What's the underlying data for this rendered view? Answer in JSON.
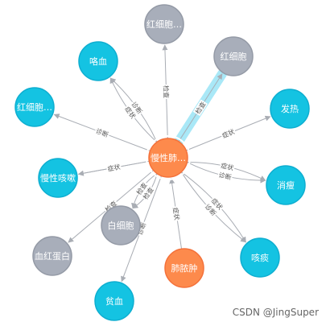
{
  "graph": {
    "colors": {
      "center": "#fd8a4c",
      "center_stroke": "#f4713a",
      "disease": "#14c3e2",
      "disease_stroke": "#0eaed0",
      "symptom_gray": "#a8aeba",
      "symptom_gray_stroke": "#949aa6",
      "orange": "#fd8a4c",
      "edge": "#a9adb4",
      "highlight": "#a9e8f7"
    },
    "nodes": [
      {
        "id": "center",
        "label": "慢性肺…",
        "kind": "center"
      },
      {
        "id": "n1",
        "label": "红细胞…",
        "kind": "gray"
      },
      {
        "id": "n2",
        "label": "红细胞",
        "kind": "gray"
      },
      {
        "id": "n3",
        "label": "咯血",
        "kind": "cyan"
      },
      {
        "id": "n4",
        "label": "红细胞…",
        "kind": "cyan"
      },
      {
        "id": "n5",
        "label": "发热",
        "kind": "cyan"
      },
      {
        "id": "n6",
        "label": "慢性咳嗽",
        "kind": "cyan"
      },
      {
        "id": "n7",
        "label": "消瘦",
        "kind": "cyan"
      },
      {
        "id": "n8",
        "label": "白细胞",
        "kind": "gray"
      },
      {
        "id": "n9",
        "label": "血红蛋白",
        "kind": "gray"
      },
      {
        "id": "n10",
        "label": "咳痰",
        "kind": "cyan"
      },
      {
        "id": "n11",
        "label": "肺脓肿",
        "kind": "orange"
      },
      {
        "id": "n12",
        "label": "贫血",
        "kind": "cyan"
      }
    ],
    "edges": [
      {
        "from": "center",
        "to": "n1",
        "label": "检查"
      },
      {
        "from": "center",
        "to": "n2",
        "label": "检查",
        "highlight": true
      },
      {
        "from": "center",
        "to": "n3",
        "label": "症状"
      },
      {
        "from": "center",
        "to": "n3",
        "label": "诊断"
      },
      {
        "from": "center",
        "to": "n4",
        "label": "诊断"
      },
      {
        "from": "center",
        "to": "n5",
        "label": "症状"
      },
      {
        "from": "center",
        "to": "n6",
        "label": "诊断"
      },
      {
        "from": "center",
        "to": "n6",
        "label": "症状"
      },
      {
        "from": "center",
        "to": "n7",
        "label": "症状"
      },
      {
        "from": "center",
        "to": "n7",
        "label": "诊断"
      },
      {
        "from": "center",
        "to": "n8",
        "label": "检查"
      },
      {
        "from": "center",
        "to": "n8",
        "label": "检查"
      },
      {
        "from": "center",
        "to": "n9",
        "label": "检查"
      },
      {
        "from": "center",
        "to": "n10",
        "label": "诊断"
      },
      {
        "from": "center",
        "to": "n10",
        "label": "症状"
      },
      {
        "from": "n11",
        "to": "center",
        "label": "症状"
      },
      {
        "from": "center",
        "to": "n12",
        "label": "诊断"
      }
    ]
  },
  "watermark": "CSDN @JingSuper"
}
